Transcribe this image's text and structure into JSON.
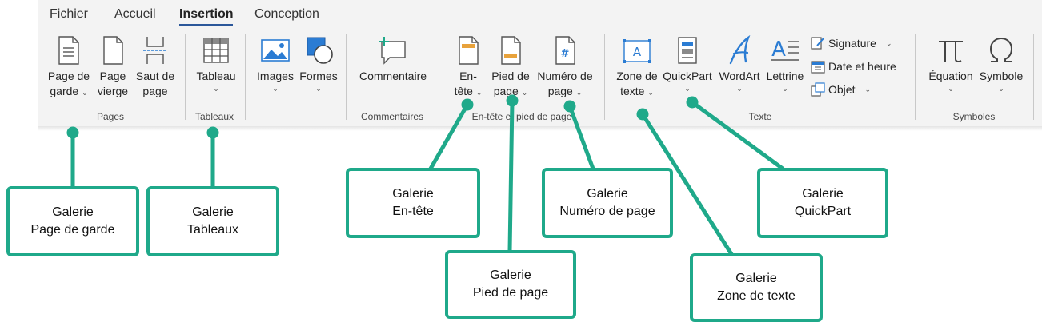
{
  "tabs": [
    {
      "label": "Fichier",
      "active": false
    },
    {
      "label": "Accueil",
      "active": false
    },
    {
      "label": "Insertion",
      "active": true
    },
    {
      "label": "Conception",
      "active": false
    }
  ],
  "groups": {
    "pages": {
      "label": "Pages",
      "cover": {
        "line1": "Page de",
        "line2": "garde"
      },
      "blank": {
        "line1": "Page",
        "line2": "vierge"
      },
      "break": {
        "line1": "Saut de",
        "line2": "page"
      }
    },
    "tables": {
      "label": "Tableaux",
      "table": {
        "line1": "Tableau"
      }
    },
    "illustrations": {
      "images": "Images",
      "shapes": "Formes"
    },
    "comments": {
      "label": "Commentaires",
      "comment": "Commentaire"
    },
    "header_footer": {
      "label": "En-tête et pied de page",
      "header": {
        "line1": "En-",
        "line2": "tête"
      },
      "footer": {
        "line1": "Pied de",
        "line2": "page"
      },
      "page_number": {
        "line1": "Numéro de",
        "line2": "page"
      }
    },
    "text": {
      "label": "Texte",
      "textbox": {
        "line1": "Zone de",
        "line2": "texte"
      },
      "quickpart": "QuickPart",
      "wordart": "WordArt",
      "dropcap": "Lettrine",
      "signature": "Signature",
      "datetime": "Date et heure",
      "object": "Objet"
    },
    "symbols": {
      "label": "Symboles",
      "equation": "Équation",
      "symbol": "Symbole"
    }
  },
  "callouts": {
    "cover": {
      "line1": "Galerie",
      "line2": "Page de garde"
    },
    "tables": {
      "line1": "Galerie",
      "line2": "Tableaux"
    },
    "header": {
      "line1": "Galerie",
      "line2": "En-tête"
    },
    "footer": {
      "line1": "Galerie",
      "line2": "Pied de page"
    },
    "page_number": {
      "line1": "Galerie",
      "line2": "Numéro de page"
    },
    "textbox": {
      "line1": "Galerie",
      "line2": "Zone de texte"
    },
    "quickpart": {
      "line1": "Galerie",
      "line2": "QuickPart"
    }
  },
  "colors": {
    "accent": "#1fa98a",
    "ribbon_bg": "#f3f3f3",
    "tab_underline": "#2b579a",
    "icon_blue": "#2b7cd3",
    "icon_orange": "#e8a23b"
  }
}
